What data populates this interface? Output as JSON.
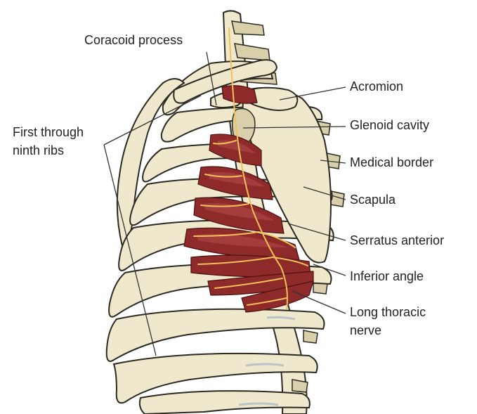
{
  "labels": {
    "coracoid_process": "Coracoid process",
    "first_ninth_ribs_line1": "First through",
    "first_ninth_ribs_line2": "ninth ribs",
    "acromion": "Acromion",
    "glenoid_cavity": "Glenoid cavity",
    "medical_border": "Medical border",
    "scapula": "Scapula",
    "serratus_anterior": "Serratus anterior",
    "inferior_angle": "Inferior angle",
    "long_thoracic_nerve_line1": "Long thoracic",
    "long_thoracic_nerve_line2": "nerve"
  },
  "colors": {
    "bone": "#efe8cc",
    "muscle": "#8e2a2a",
    "nerve": "#f2c15a",
    "outline": "#2a2a22"
  }
}
